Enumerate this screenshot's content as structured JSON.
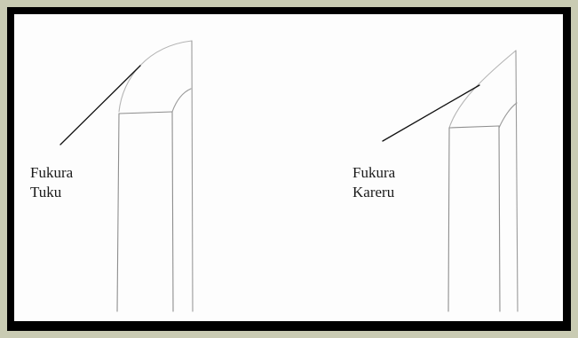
{
  "diagram": {
    "left": {
      "label_line1": "Fukura",
      "label_line2": "Tuku"
    },
    "right": {
      "label_line1": "Fukura",
      "label_line2": "Kareru"
    }
  }
}
